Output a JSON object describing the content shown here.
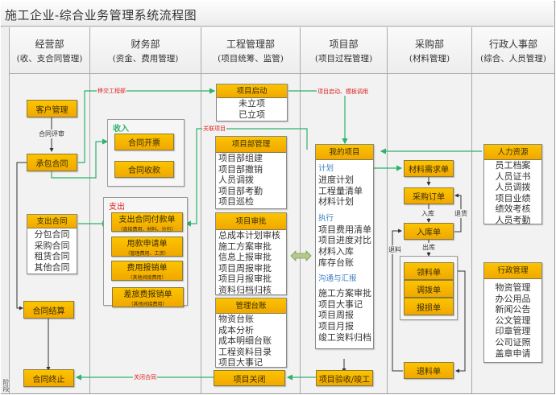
{
  "title": "施工企业-综合业务管理系统流程图",
  "phase_label": "阶段",
  "lanes": [
    {
      "name": "经营部",
      "sub": "(收、支合同管理)"
    },
    {
      "name": "财务部",
      "sub": "(资金、费用管理)"
    },
    {
      "name": "工程管理部",
      "sub": "(项目统筹、监管)"
    },
    {
      "name": "项目部",
      "sub": "(项目过程管理)"
    },
    {
      "name": "采购部",
      "sub": "(材料管理)"
    },
    {
      "name": "行政人事部",
      "sub": "(综合、人员管理)"
    }
  ],
  "business": {
    "customer": "客户管理",
    "review_label": "合同评审",
    "contract": "承包合同",
    "expense_contract": {
      "title": "支出合同",
      "items": [
        "分包合同",
        "采购合同",
        "租赁合同",
        "其他合同"
      ]
    },
    "settlement": "合同结算",
    "termination": "合同终止"
  },
  "finance": {
    "income": {
      "label": "收入",
      "items": [
        "合同开票",
        "合同收款"
      ]
    },
    "expense": {
      "label": "支出",
      "items": [
        {
          "title": "支出合同付款单",
          "sub": "（直接费用、材料、分包）"
        },
        {
          "title": "用款申请单",
          "sub": "（管理费用、工资）"
        },
        {
          "title": "费用报销单",
          "sub": "（其他间接费用）"
        },
        {
          "title": "差旅费报销单",
          "sub": "（其他间接费用）"
        }
      ]
    }
  },
  "engineering": {
    "startup": {
      "title": "项目启动",
      "items": [
        "未立项",
        "已立项"
      ]
    },
    "dept_mgmt": {
      "title": "项目部管理",
      "items": [
        "项目部组建",
        "项目部撤销",
        "人员调拨",
        "项目部考勤",
        "项目巡检"
      ]
    },
    "approval": {
      "title": "项目审批",
      "items": [
        "总成本计划审核",
        "施工方案审批",
        "信息上报审批",
        "项目周报审批",
        "项目月报审批",
        "资料归档归核"
      ]
    },
    "ledger": {
      "title": "管理台账",
      "items": [
        "物资台账",
        "成本分析",
        "成本明细台账",
        "工程资料目录",
        "项目大事记"
      ]
    },
    "close": "项目关闭"
  },
  "project": {
    "my_project": {
      "title": "我的项目",
      "sections": [
        {
          "label": "计划",
          "items": [
            "进度计划",
            "工程量清单",
            "材料计划"
          ]
        },
        {
          "label": "执行",
          "items": [
            "项目费用清单",
            "项目进度对比",
            "材料入库",
            "库存台账"
          ]
        },
        {
          "label": "沟通与汇报",
          "items": [
            "施工方案审批",
            "项目大事记",
            "项目周报",
            "项目月报",
            "竣工资料归档"
          ]
        }
      ]
    },
    "acceptance": "项目验收/竣工"
  },
  "purchase": {
    "demand": "材料需求单",
    "order": "采购订单",
    "stock_in_label": "入库",
    "return_goods_label": "退货",
    "stock_in": "入库单",
    "stock_out_label": "出库",
    "return_material_label": "退料",
    "outbound": [
      "领料单",
      "调拨单",
      "报损单"
    ],
    "return_material": "退料单"
  },
  "admin": {
    "hr": {
      "title": "人力资源",
      "items": [
        "员工档案",
        "人员证书",
        "人员调拨",
        "项目业绩",
        "绩效考核",
        "人员考勤"
      ]
    },
    "office": {
      "title": "行政管理",
      "items": [
        "物资管理",
        "办公用品",
        "新闻公告",
        "公文管理",
        "印章管理",
        "公司证照",
        "盖章申请"
      ]
    }
  },
  "flow_labels": {
    "transfer": "移交工程部",
    "link_project": "关联项目",
    "startup_template": "项目启动、模板调用",
    "close_contract": "关闭合同"
  },
  "colors": {
    "box": "#f7b800",
    "flow": "#2db36b",
    "flow_label": "#e02020",
    "section": "#3a7fc1"
  }
}
